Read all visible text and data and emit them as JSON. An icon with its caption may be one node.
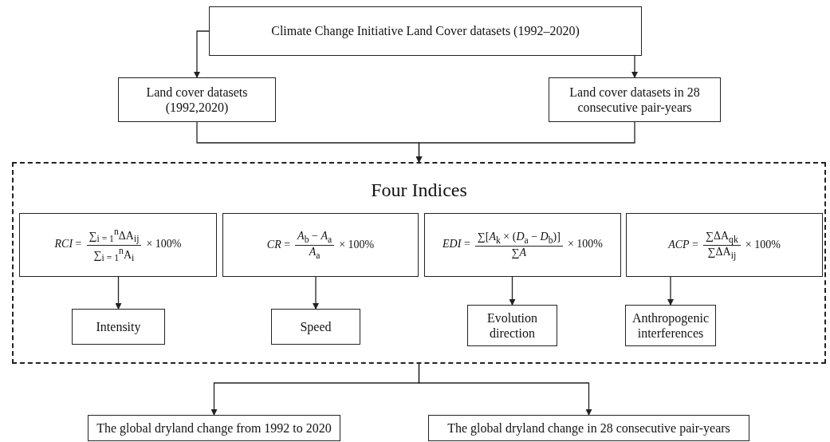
{
  "diagram": {
    "nodes": [
      {
        "text": [
          "Climate Change Initiative Land Cover datasets (1992–2020)"
        ]
      },
      {
        "text": [
          "Land cover datasets (1992,2020)"
        ]
      },
      {
        "text": [
          "Land cover datasets in 28 consecutive pair-years"
        ]
      },
      {
        "text": [
          "Four Indices"
        ]
      },
      {
        "text": [
          "*RCI* =",
          "∑$_{i = 1}$$^{n}$ΔA$_{ij}$",
          "∑$_{i = 1}$$^{n}$A$_{i}$",
          "× 100%"
        ],
        "in": 3
      },
      {
        "text": [
          "*CR* =",
          "*A*$_{b}$ − *A*$_{a}$",
          "*A*$_{a}$",
          "× 100%"
        ],
        "in": 3
      },
      {
        "text": [
          "*EDI* =",
          "∑[*A*$_{k}$ × (*D*$_{a}$ − *D*$_{b}$)]",
          "∑*A*",
          "× 100%"
        ],
        "in": 3
      },
      {
        "text": [
          "*ACP* =",
          "∑ΔA$_{qk}$",
          "∑ΔA$_{ij}$",
          "× 100%"
        ],
        "in": 3
      },
      {
        "text": [
          "Intensity"
        ],
        "in": 3
      },
      {
        "text": [
          "Speed"
        ],
        "in": 3
      },
      {
        "text": [
          "Evolution direction"
        ],
        "in": 3
      },
      {
        "text": [
          "Anthropogenic interferences"
        ],
        "in": 3
      },
      {
        "text": [
          "The global dryland change from 1992 to 2020"
        ]
      },
      {
        "text": [
          "The global dryland change in 28 consecutive pair-years"
        ]
      }
    ],
    "edges": [
      {
        "from": 0,
        "to": 1,
        "arrow": "to"
      },
      {
        "from": 0,
        "to": 2,
        "arrow": "to"
      },
      {
        "from": 1,
        "to": 3,
        "arrow": "to"
      },
      {
        "from": 2,
        "to": 3,
        "arrow": "to"
      },
      {
        "from": 4,
        "to": 8,
        "arrow": "to"
      },
      {
        "from": 5,
        "to": 9,
        "arrow": "to"
      },
      {
        "from": 6,
        "to": 10,
        "arrow": "to"
      },
      {
        "from": 7,
        "to": 11,
        "arrow": "to"
      },
      {
        "from": 3,
        "to": 12,
        "arrow": "to"
      },
      {
        "from": 3,
        "to": 13,
        "arrow": "to"
      }
    ]
  }
}
